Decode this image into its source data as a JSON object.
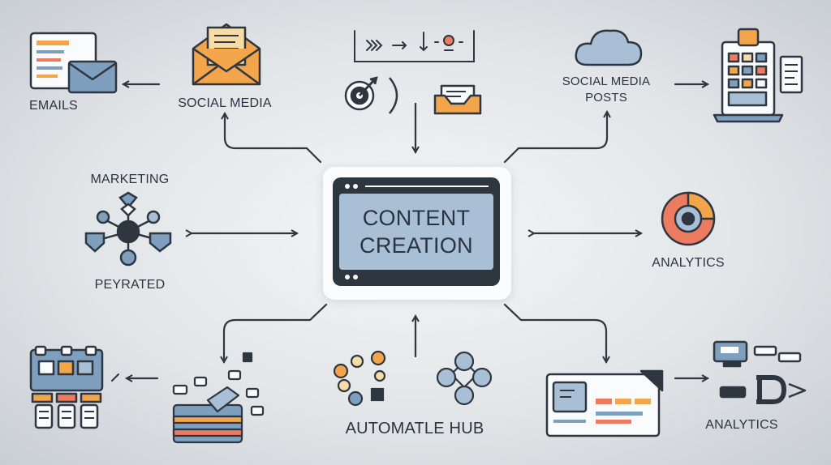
{
  "center": {
    "line1": "CONTENT",
    "line2": "CREATION"
  },
  "nodes": {
    "emails": "EMAILS",
    "social_media": "SOCIAL MEDIA",
    "social_media_posts_line1": "SOCIAL MEDIA",
    "social_media_posts_line2": "POSTS",
    "marketing": "MARKETING",
    "peyrated": "PEYRATED",
    "analytics_right": "ANALYTICS",
    "automate_hub": "AUTOMATLE HUB",
    "analytics_bottom": "ANALYTICS"
  },
  "icons": [
    "envelope-icon",
    "newsletter-icon",
    "workflow-icon",
    "target-icon",
    "mail-tray-icon",
    "cloud-icon",
    "calendar-device-icon",
    "network-icon",
    "analytics-donut-icon",
    "kanban-board-icon",
    "card-stack-icon",
    "molecule-icon",
    "dashboard-card-icon",
    "dollar-toolbox-icon"
  ],
  "colors": {
    "outline": "#2e3640",
    "blue": "#7f9fbf",
    "light_blue": "#a9bfd6",
    "orange": "#f2a54a",
    "coral": "#ec7b5f",
    "cream": "#f7dca6"
  }
}
